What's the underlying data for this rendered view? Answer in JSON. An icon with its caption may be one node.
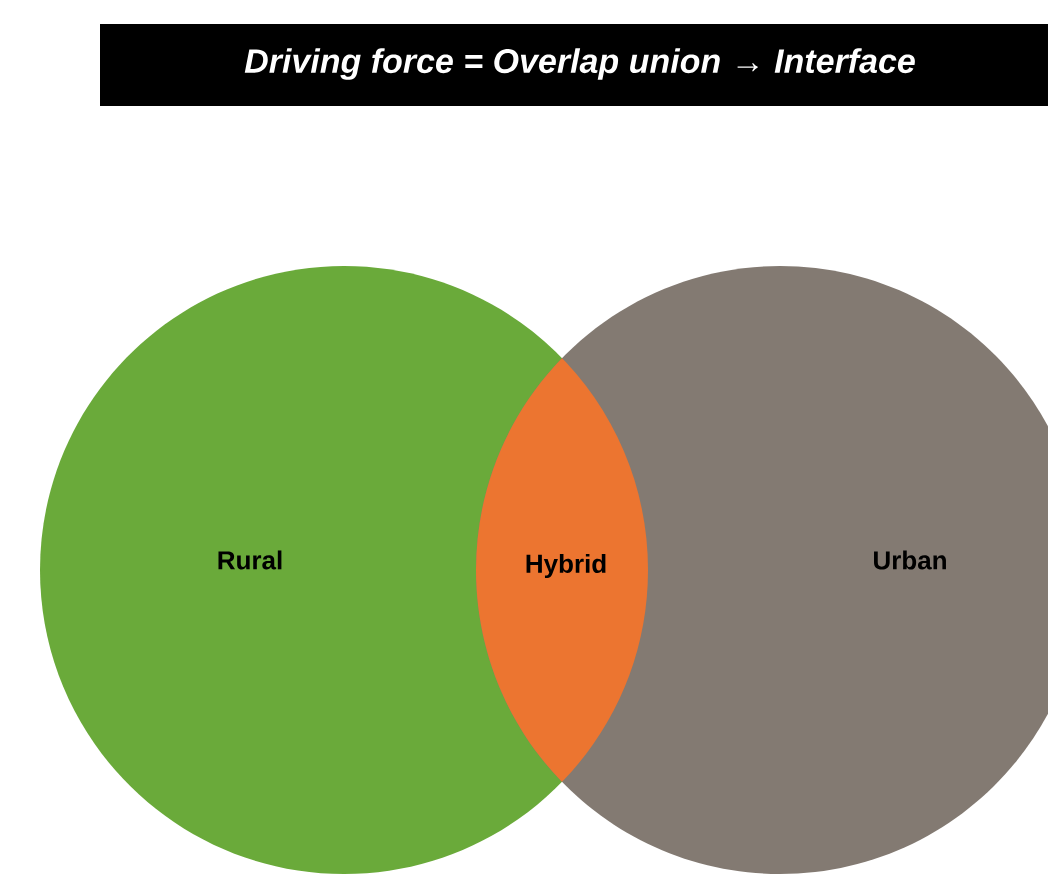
{
  "diagram": {
    "title": "Driving force = Overlap union → Interface",
    "nodes": [
      {
        "text": [
          "Rural"
        ]
      },
      {
        "text": [
          "Hybrid"
        ]
      },
      {
        "text": [
          "Urban"
        ]
      }
    ]
  }
}
